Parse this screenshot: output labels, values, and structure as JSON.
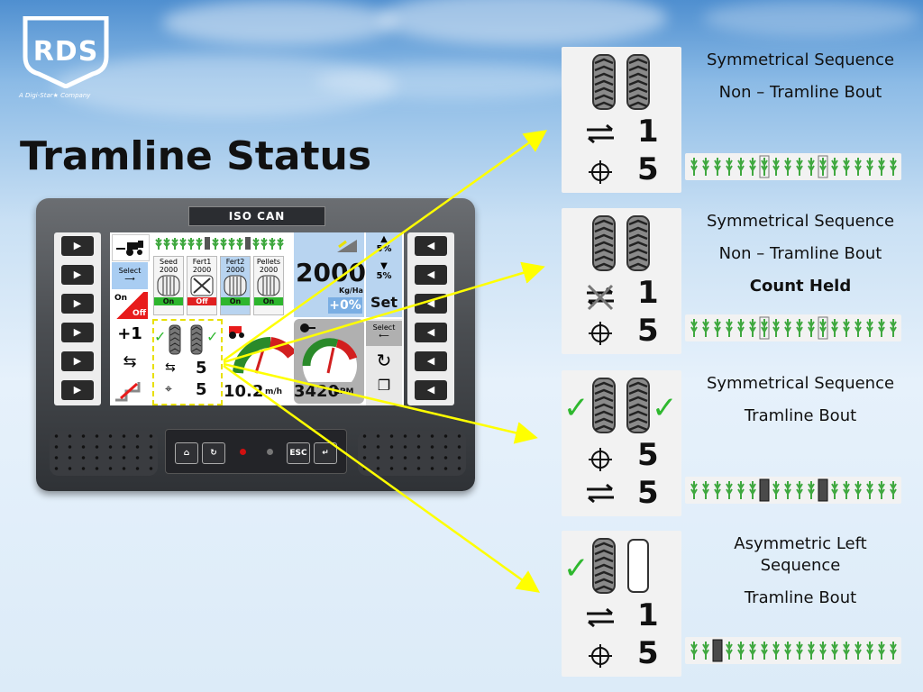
{
  "logo": {
    "text": "RDS",
    "subtitle": "A Digi-Star★ Company"
  },
  "title": "Tramline Status",
  "terminal": {
    "brand": "ISO CAN",
    "screen": {
      "products": [
        {
          "name": "Seed",
          "rate": "2000",
          "state": "On",
          "state_color": "#2db52d"
        },
        {
          "name": "Fert1",
          "rate": "2000",
          "state": "Off",
          "state_color": "#e02020"
        },
        {
          "name": "Fert2",
          "rate": "2000",
          "state": "On",
          "state_color": "#2db52d"
        },
        {
          "name": "Pellets",
          "rate": "2000",
          "state": "On",
          "state_color": "#2db52d"
        }
      ],
      "select_label": "Select",
      "on_label": "On",
      "off_label": "Off",
      "plus_label": "+1",
      "rate_value": "2000",
      "rate_unit": "Kg/Ha",
      "percent_change": "+0%",
      "step_up": "5%",
      "step_down": "5%",
      "set_label": "Set",
      "select2_label": "Select",
      "tram_count": "5",
      "tram_total": "5",
      "speed_value": "10.2",
      "speed_unit": "m/h",
      "rpm_value": "3420",
      "rpm_unit": "RPM"
    },
    "hw_buttons": {
      "esc": "ESC"
    }
  },
  "cards": [
    {
      "line1": "Symmetrical Sequence",
      "line2": "Non – Tramline Bout",
      "line3": "",
      "top_num": "1",
      "bottom_num": "5",
      "held": false,
      "checks": false,
      "order": "arrows-first",
      "tram_positions": [],
      "ghost_positions": [
        6,
        11
      ],
      "single_left": false
    },
    {
      "line1": "Symmetrical Sequence",
      "line2": "Non – Tramline Bout",
      "line3": "Count Held",
      "top_num": "1",
      "bottom_num": "5",
      "held": true,
      "checks": false,
      "order": "arrows-first",
      "tram_positions": [],
      "ghost_positions": [
        6,
        11
      ],
      "single_left": false
    },
    {
      "line1": "Symmetrical Sequence",
      "line2": "Tramline Bout",
      "line3": "",
      "top_num": "5",
      "bottom_num": "5",
      "held": false,
      "checks": true,
      "order": "target-first",
      "tram_positions": [
        6,
        11
      ],
      "ghost_positions": [],
      "single_left": false
    },
    {
      "line1": "Asymmetric Left",
      "line1b": "Sequence",
      "line2": "Tramline Bout",
      "line3": "",
      "top_num": "1",
      "bottom_num": "5",
      "held": false,
      "checks": true,
      "order": "arrows-first",
      "tram_positions": [
        2
      ],
      "ghost_positions": [],
      "single_left": true
    }
  ],
  "colors": {
    "accent_yellow": "#ffff00",
    "check_green": "#2fb82f",
    "screen_blue": "#b8d4f0",
    "plant_green": "#3fa83f"
  },
  "icons": [
    "tractor-icon",
    "tyre-track-icon",
    "direction-arrows-icon",
    "crosshair-icon",
    "check-icon",
    "home-icon",
    "refresh-icon",
    "enter-icon",
    "play-icon"
  ]
}
